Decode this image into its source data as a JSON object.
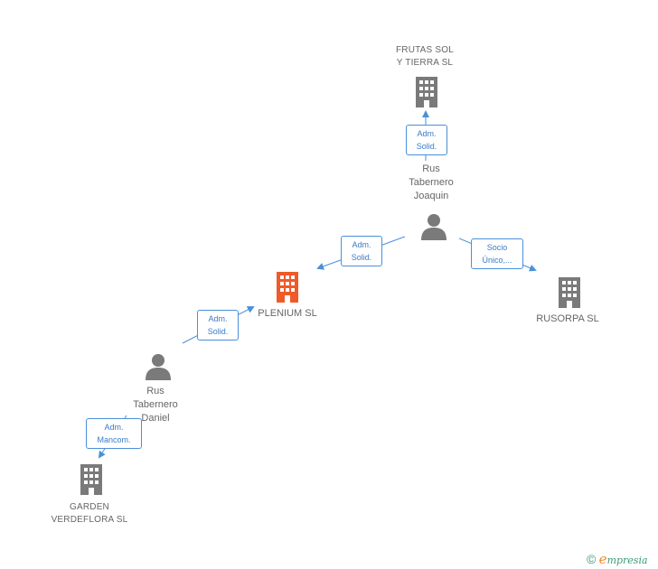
{
  "nodes": {
    "frutas": {
      "name": "FRUTAS SOL\nY TIERRA SL",
      "kind": "company"
    },
    "joaquin": {
      "name": "Rus\nTabernero\nJoaquin",
      "kind": "person"
    },
    "plenium": {
      "name": "PLENIUM SL",
      "kind": "company-main"
    },
    "rusorpa": {
      "name": "RUSORPA  SL",
      "kind": "company"
    },
    "daniel": {
      "name": "Rus\nTabernero\nDaniel",
      "kind": "person"
    },
    "garden": {
      "name": "GARDEN\nVERDEFLORA SL",
      "kind": "company"
    }
  },
  "edges": {
    "joaquin_frutas": {
      "label": "Adm.\nSolid."
    },
    "joaquin_plenium": {
      "label": "Adm.\nSolid."
    },
    "joaquin_rusorpa": {
      "label": "Socio\nÚnico,..."
    },
    "daniel_plenium": {
      "label": "Adm.\nSolid."
    },
    "daniel_garden": {
      "label": "Adm.\nMancom."
    }
  },
  "colors": {
    "company": "#7a7a7a",
    "main_company": "#f05a28",
    "person": "#7a7a7a",
    "edge": "#4a90d9"
  },
  "footer": {
    "copyright": "©",
    "brand_initial": "e",
    "brand_rest": "mpresia"
  }
}
